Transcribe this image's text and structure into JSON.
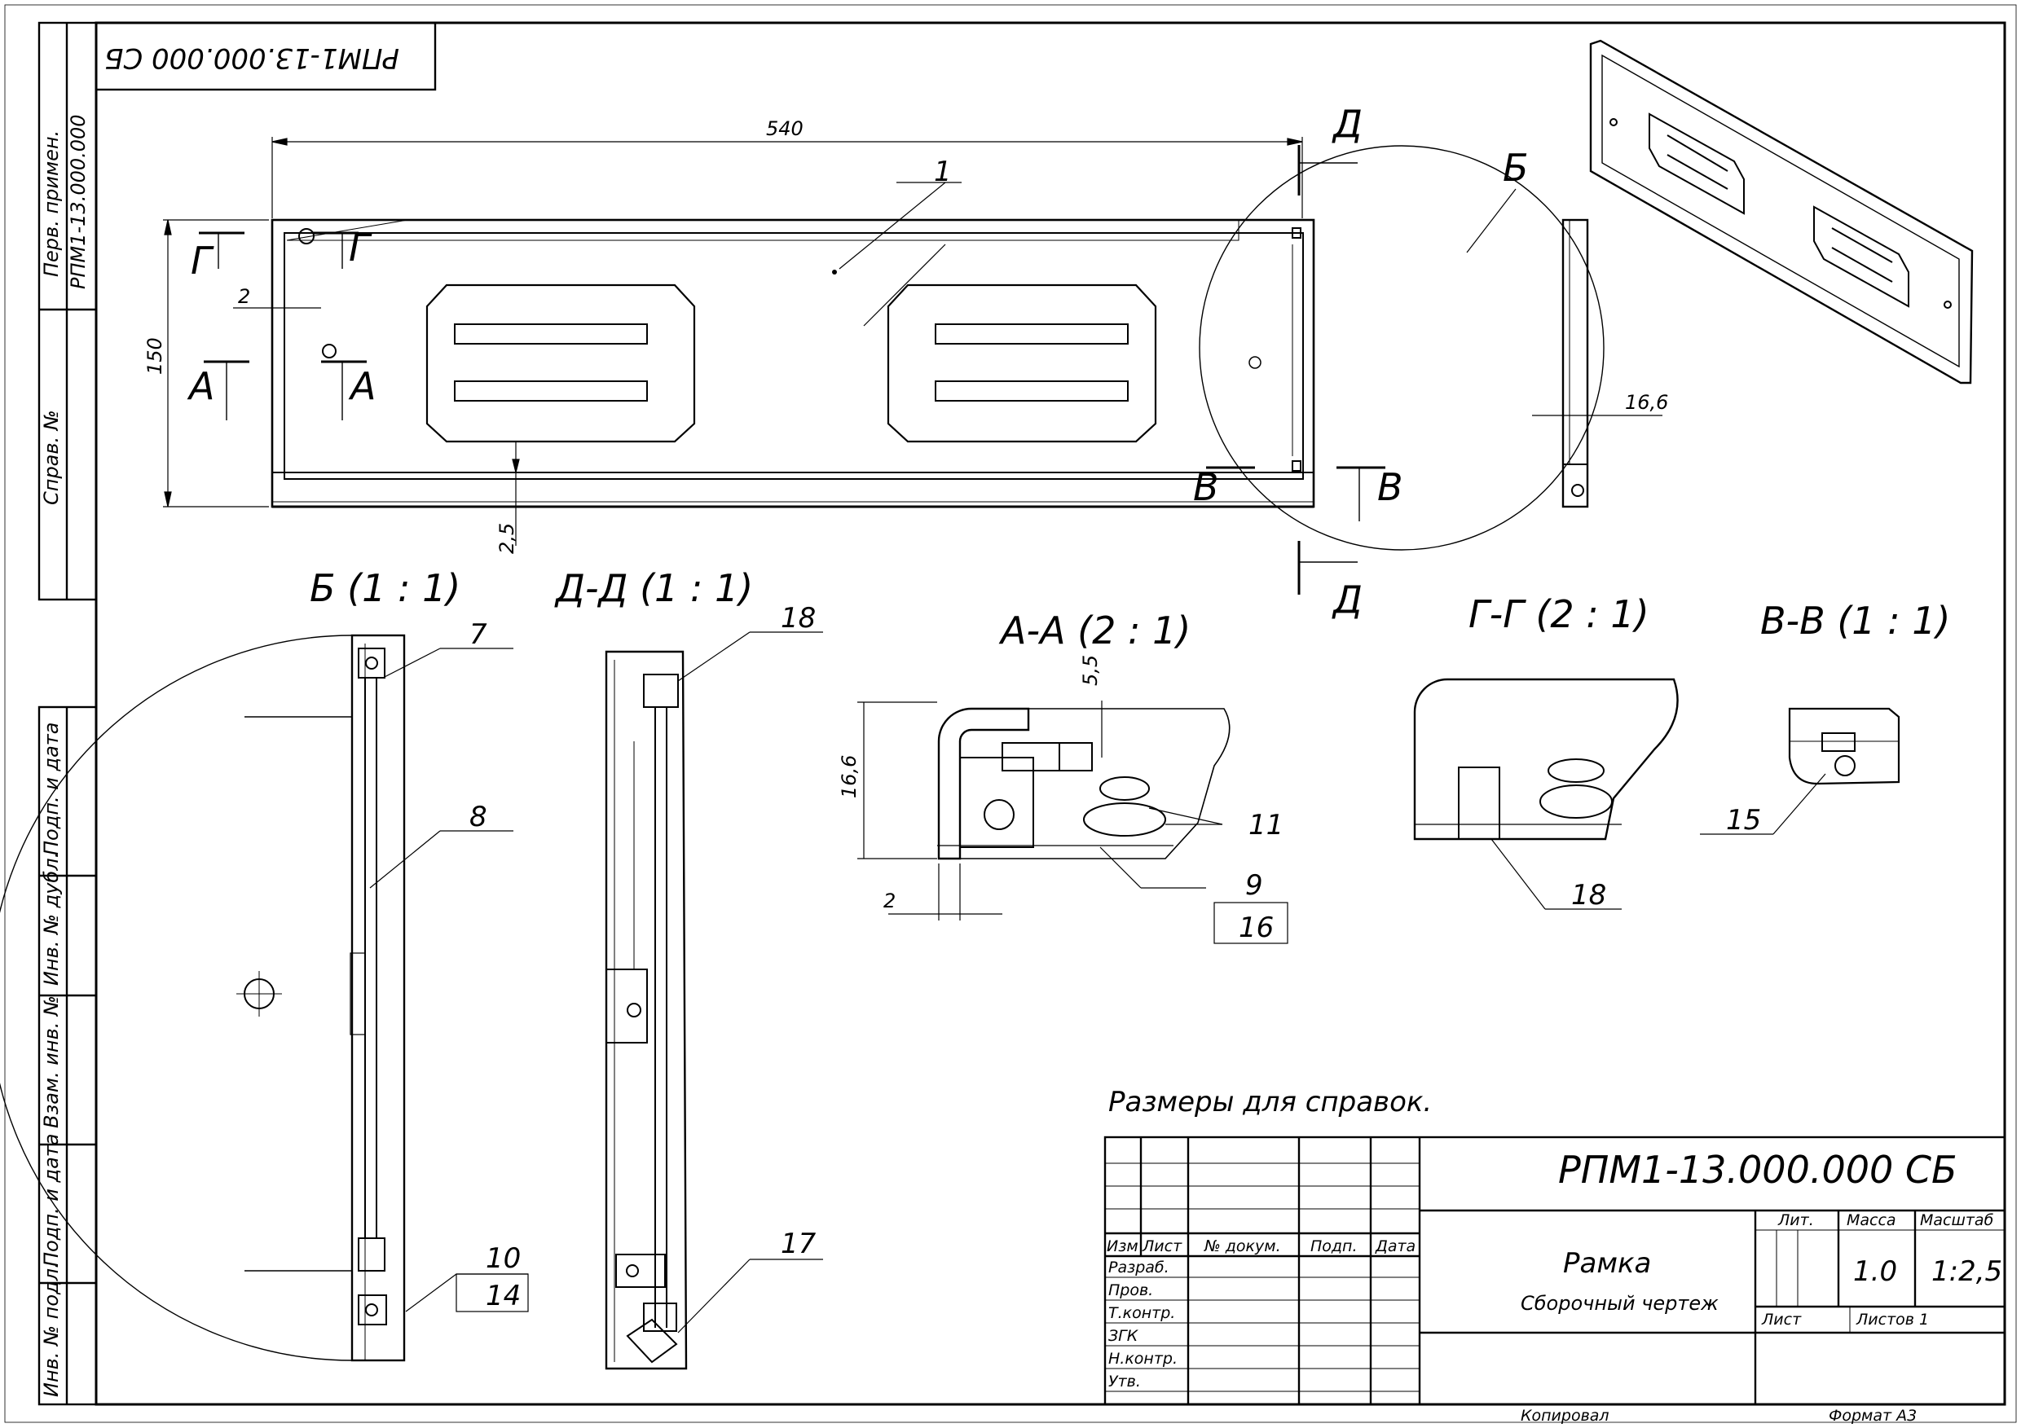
{
  "designation_small": "РПМ1-13.000.000 СБ",
  "left_strip": {
    "perv_primen_label": "Перв. примен.",
    "perv_primen_value": "РПМ1-13.000.000",
    "sprav_label": "Справ. №",
    "podp_data_1": "Подп. и дата",
    "inv_dubl": "Инв. № дубл.",
    "vzam_inv": "Взам. инв. №",
    "podp_data_2": "Подп. и дата",
    "inv_podl": "Инв. № подл."
  },
  "main_view": {
    "dim_width": "540",
    "dim_height": "150",
    "dim_gap": "2",
    "dim_bottom": "2,5",
    "callout_1": "1",
    "cut_G": "Г",
    "cut_A": "А",
    "cut_V": "В",
    "cut_D": "Д",
    "detail_B": "Б"
  },
  "side_view": {
    "dim_thickness": "16,6"
  },
  "sections": {
    "b_title": "Б  (1 : 1)",
    "dd_title": "Д-Д  (1 : 1)",
    "aa_title": "А-А   (2 : 1)",
    "gg_title": "Г-Г  (2 : 1)",
    "vv_title": "В-В  (1 : 1)"
  },
  "callouts": {
    "c7": "7",
    "c8": "8",
    "c10": "10",
    "c14": "14",
    "c18a": "18",
    "c17": "17",
    "c11": "11",
    "c9": "9",
    "c16": "16",
    "c18b": "18",
    "c15": "15"
  },
  "aa_dims": {
    "d55": "5,5",
    "d166": "16,6",
    "d2": "2"
  },
  "note": "Размеры для справок.",
  "title_block": {
    "designation": "РПМ1-13.000.000 СБ",
    "name": "Рамка",
    "doc_type": "Сборочный чертеж",
    "h_izm": "Изм",
    "h_list": "Лист",
    "h_ndokum": "№  докум.",
    "h_podp": "Подп.",
    "h_data": "Дата",
    "r_razrab": "Разраб.",
    "r_prov": "Пров.",
    "r_tkontr": "Т.контр.",
    "r_zgk": "ЗГК",
    "r_nkontr": "Н.контр.",
    "r_utv": "Утв.",
    "lit_label": "Лит.",
    "massa_label": "Масса",
    "masshtab_label": "Масштаб",
    "massa_value": "1.0",
    "masshtab_value": "1:2,5",
    "list_label": "Лист",
    "listov_label": "Листов  1",
    "kopiroval": "Копировал",
    "format": "Формат  А3"
  }
}
